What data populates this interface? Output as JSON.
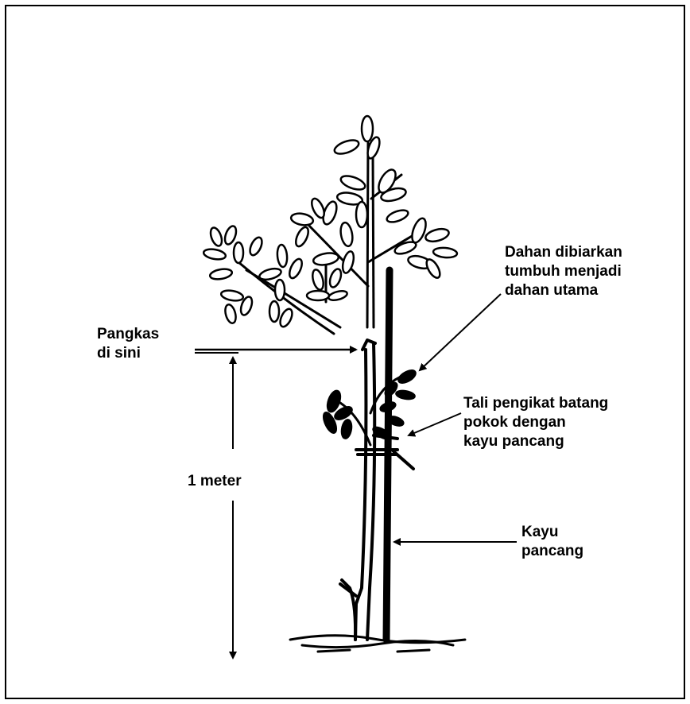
{
  "labels": {
    "cut_here": [
      "Pangkas",
      "di sini"
    ],
    "main_branch": [
      "Dahan dibiarkan",
      "tumbuh menjadi",
      "dahan utama"
    ],
    "tie": [
      "Tali pengikat batang",
      "pokok dengan",
      "kayu pancang"
    ],
    "stake": [
      "Kayu",
      "pancang"
    ],
    "height": "1 meter"
  },
  "colors": {
    "ink": "#000000",
    "paper": "#ffffff"
  }
}
